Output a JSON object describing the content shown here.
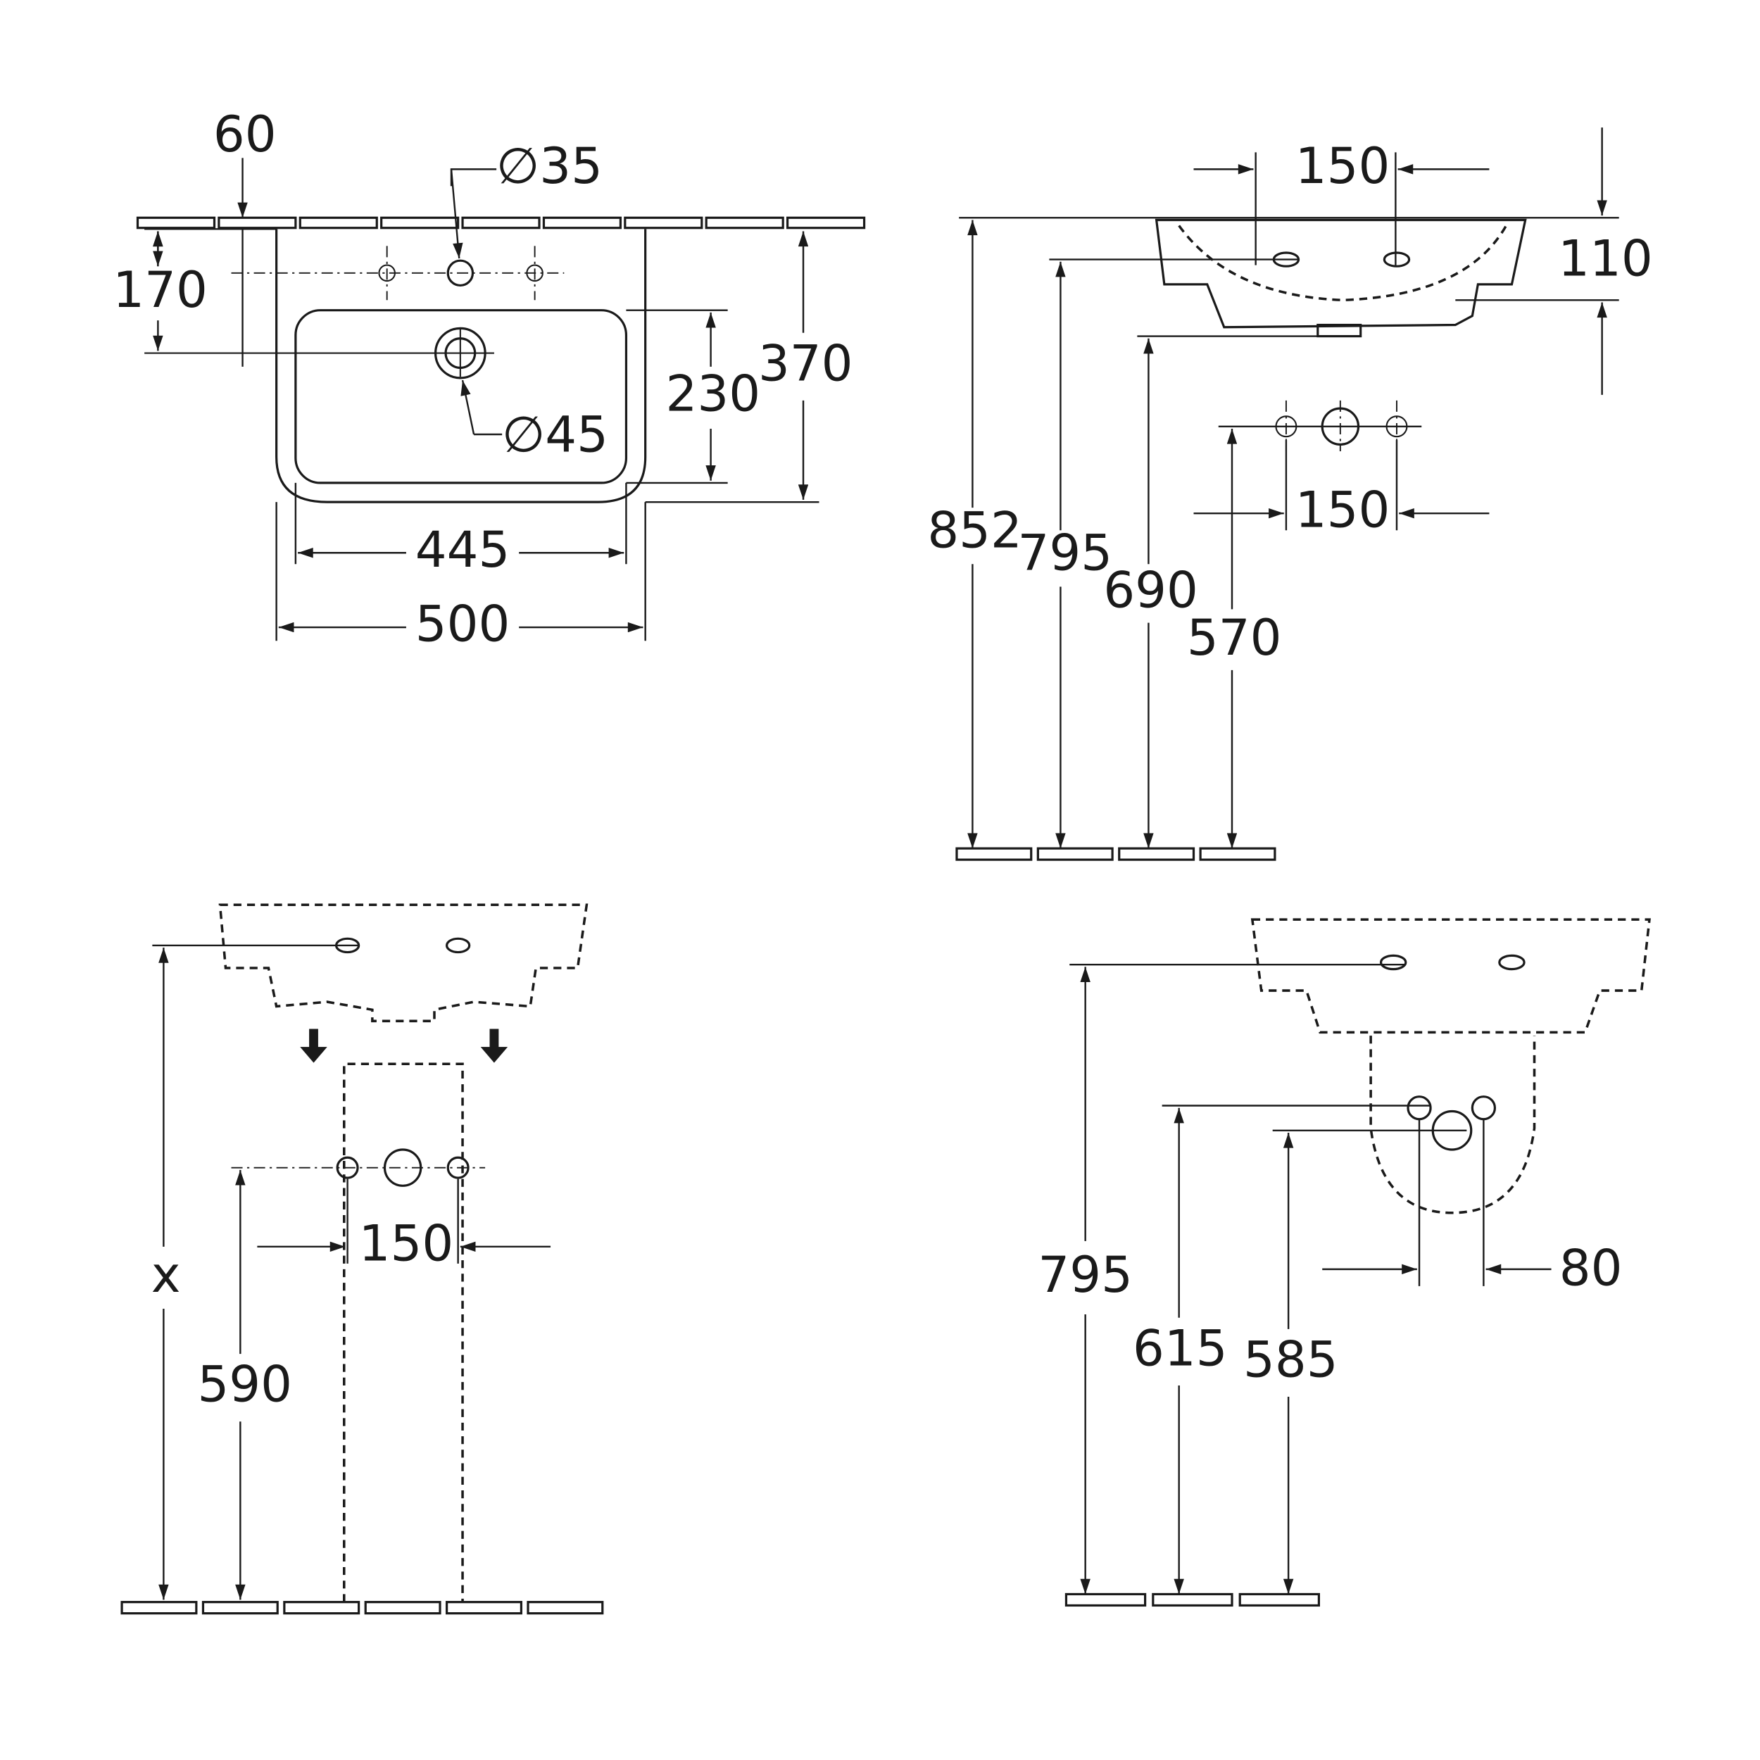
{
  "plan_view": {
    "dim_60": "60",
    "dim_tap_hole": "∅35",
    "dim_170": "170",
    "dim_230": "230",
    "dim_370": "370",
    "dim_drain": "∅45",
    "dim_445": "445",
    "dim_500": "500"
  },
  "side_view": {
    "dim_150_top": "150",
    "dim_110": "110",
    "dim_852": "852",
    "dim_795": "795",
    "dim_690": "690",
    "dim_570": "570",
    "dim_150_bottom": "150"
  },
  "pedestal_view": {
    "dim_x": "x",
    "dim_590": "590",
    "dim_150": "150"
  },
  "semi_pedestal_view": {
    "dim_795": "795",
    "dim_615": "615",
    "dim_585": "585",
    "dim_80": "80"
  }
}
